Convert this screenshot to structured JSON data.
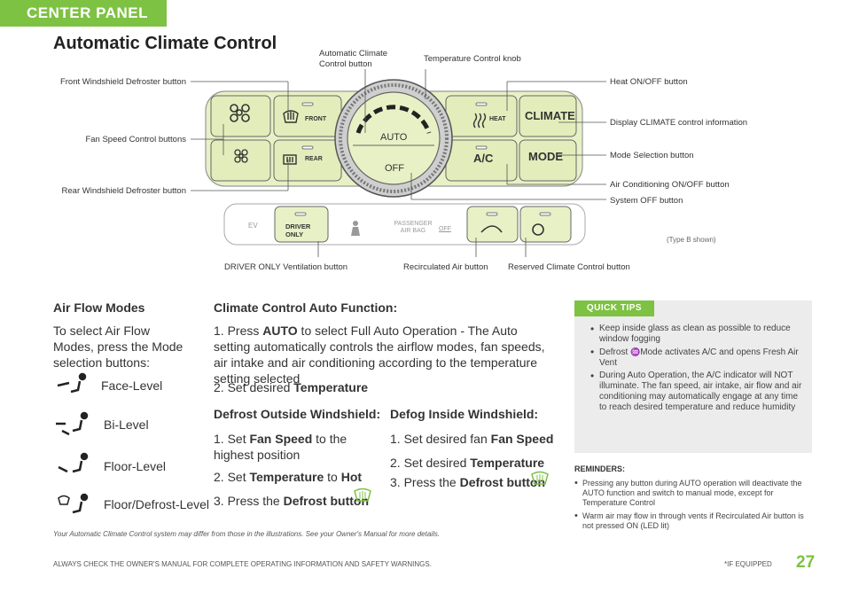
{
  "section_tab": "CENTER PANEL",
  "title": "Automatic Climate Control",
  "callouts": {
    "auto_button": "Automatic Climate Control button",
    "temp_knob": "Temperature Control knob",
    "front_defrost": "Front Windshield Defroster button",
    "heat": "Heat ON/OFF button",
    "display_climate": "Display CLIMATE control information",
    "fan_speed": "Fan Speed Control buttons",
    "mode": "Mode Selection button",
    "rear_defrost": "Rear Windshield Defroster button",
    "ac": "Air Conditioning ON/OFF button",
    "system_off": "System OFF button",
    "driver_only": "DRIVER ONLY Ventilation button",
    "recirc": "Recirculated Air button",
    "reserved": "Reserved Climate Control button",
    "type_note": "(Type B shown)"
  },
  "panel": {
    "front": "FRONT",
    "rear": "REAR",
    "heat": "HEAT",
    "climate": "CLIMATE",
    "ac": "A/C",
    "mode": "MODE",
    "auto": "AUTO",
    "off": "OFF",
    "ev": "EV",
    "driver_only": "DRIVER ONLY",
    "passenger_airbag": "PASSENGER AIR BAG",
    "airbag_off": "OFF"
  },
  "air_flow": {
    "heading": "Air Flow Modes",
    "intro": "To select Air Flow Modes, press the Mode selection buttons:",
    "modes": [
      "Face-Level",
      "Bi-Level",
      "Floor-Level",
      "Floor/Defrost-Level"
    ]
  },
  "auto_function": {
    "heading": "Climate Control Auto Function:",
    "step1_pre": "1. Press ",
    "step1_bold": "AUTO",
    "step1_post": " to select Full Auto Operation - The Auto setting automatically controls the airflow modes, fan speeds, air intake and air conditioning according to the temperature setting selected",
    "step2_pre": "2. Set desired ",
    "step2_bold": "Temperature"
  },
  "defrost_outside": {
    "heading": "Defrost Outside Windshield:",
    "s1_pre": "1. Set ",
    "s1_bold": "Fan Speed",
    "s1_post": " to the highest position",
    "s2_pre": "2. Set ",
    "s2_bold": "Temperature",
    "s2_mid": " to ",
    "s2_bold2": "Hot",
    "s3_pre": "3. Press the ",
    "s3_bold": "Defrost button"
  },
  "defog_inside": {
    "heading": "Defog Inside Windshield:",
    "s1_pre": "1. Set desired fan ",
    "s1_bold": "Fan Speed",
    "s2_pre": "2. Set desired ",
    "s2_bold": "Temperature",
    "s3_pre": "3. Press the ",
    "s3_bold": "Defrost button"
  },
  "quick_tips": {
    "label": "QUICK TIPS",
    "tip1": "Keep inside glass as clean as possible to reduce window fogging",
    "tip2_pre": "Defrost ",
    "tip2_post": "Mode activates A/C and opens Fresh Air Vent",
    "tip3": "During Auto Operation, the A/C indicator will NOT illuminate. The fan speed, air intake, air flow and air conditioning may automatically engage at any time to reach desired temperature and reduce humidity"
  },
  "reminders": {
    "heading": "REMINDERS:",
    "items": [
      "Pressing any button during AUTO operation will deactivate the AUTO function and switch to manual mode, except for Temperature Control",
      "Warm air may flow in through vents if Recirculated Air button is not pressed ON (LED lit)"
    ]
  },
  "disclaimer": "Your Automatic Climate Control system may differ from those in the illustrations. See your Owner's Manual for more details.",
  "footer": "ALWAYS CHECK THE OWNER'S MANUAL FOR COMPLETE OPERATING INFORMATION AND SAFETY WARNINGS.",
  "if_equipped": "*IF EQUIPPED",
  "page_number": "27",
  "colors": {
    "accent": "#7dc242",
    "panel_bg": "#e7f1c9"
  },
  "icons": [
    "fan-icon",
    "front-defrost-icon",
    "rear-defrost-icon",
    "heat-icon",
    "seat-airbag-icon",
    "recirc-icon",
    "reserved-clock-icon",
    "face-vent-icon",
    "bi-level-icon",
    "floor-icon",
    "floor-defrost-icon",
    "defrost-icon"
  ]
}
